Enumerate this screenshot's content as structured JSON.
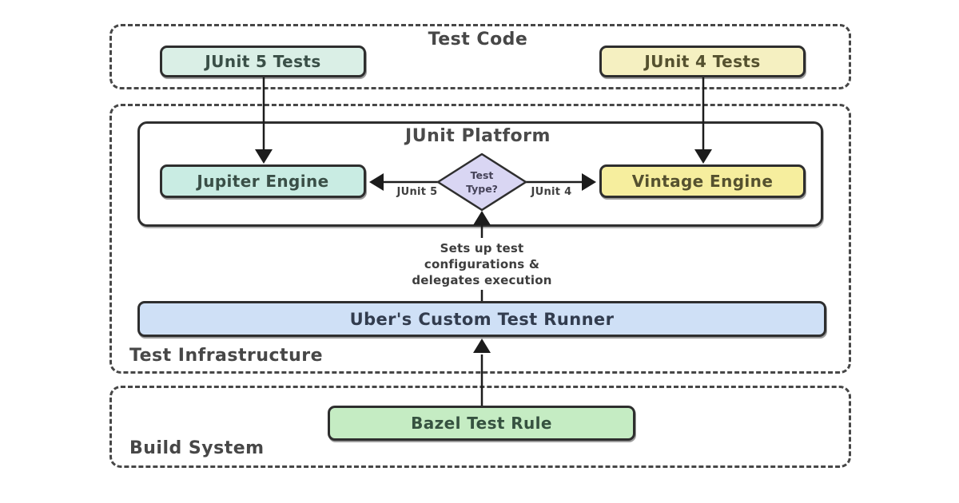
{
  "groups": {
    "test_code": {
      "label": "Test Code"
    },
    "test_infrastructure": {
      "label": "Test Infrastructure"
    },
    "build_system": {
      "label": "Build System"
    }
  },
  "platform": {
    "label": "JUnit Platform"
  },
  "nodes": {
    "junit5_tests": {
      "label": "JUnit 5 Tests",
      "fill": "#daefe6"
    },
    "junit4_tests": {
      "label": "JUnit 4 Tests",
      "fill": "#f5f0c1"
    },
    "jupiter_engine": {
      "label": "Jupiter Engine",
      "fill": "#c9ece3"
    },
    "vintage_engine": {
      "label": "Vintage Engine",
      "fill": "#f6ee9e"
    },
    "test_type_decision": {
      "line1": "Test",
      "line2": "Type?",
      "fill": "#d9d6f3"
    },
    "uber_runner": {
      "label": "Uber's Custom Test Runner",
      "fill": "#cfe0f6"
    },
    "bazel_rule": {
      "label": "Bazel Test Rule",
      "fill": "#c5ecc3"
    }
  },
  "edge_labels": {
    "to_jupiter": "JUnit 5",
    "to_vintage": "JUnit 4"
  },
  "annotation": {
    "line1": "Sets up test",
    "line2": "configurations &",
    "line3": "delegates execution"
  },
  "colors": {
    "background": "#ffffff",
    "solid_border": "#2e2e2e",
    "dashed_border": "#474747",
    "arrow": "#1c1c1c",
    "label_text": "#474747"
  }
}
